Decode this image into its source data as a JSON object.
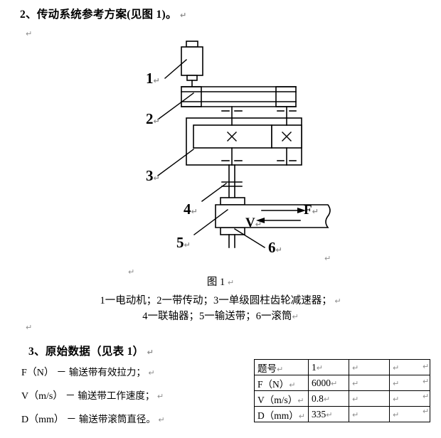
{
  "document": {
    "headings": {
      "transmission": "2、传动系统参考方案(见图 1)。",
      "raw_data": "3、原始数据（见表 1）"
    },
    "return_mark": "↵"
  },
  "figure": {
    "title": "图 1",
    "legend_line1": "1一电动机；2一带传动；3一单级圆柱齿轮减速器；",
    "legend_line2": "4一联轴器；5一输送带；6一滚筒",
    "callouts": [
      {
        "id": "1",
        "label": "1",
        "target": "motor"
      },
      {
        "id": "2",
        "label": "2",
        "target": "belt-drive"
      },
      {
        "id": "3",
        "label": "3",
        "target": "gear-reducer"
      },
      {
        "id": "4",
        "label": "4",
        "target": "coupling"
      },
      {
        "id": "5",
        "label": "5",
        "target": "conveyor-belt"
      },
      {
        "id": "6",
        "label": "6",
        "target": "drum"
      }
    ],
    "force_labels": {
      "velocity": "V",
      "force": "F"
    }
  },
  "definitions": [
    {
      "symbol": "F（N）",
      "dash": "－",
      "text": "输送带有效拉力；"
    },
    {
      "symbol": "V（m/s）",
      "dash": "－",
      "text": "输送带工作速度；"
    },
    {
      "symbol": "D（mm）",
      "dash": "－",
      "text": "输送带滚筒直径。"
    }
  ],
  "table": {
    "rows": [
      {
        "label": "题号",
        "values": [
          "1",
          "",
          "",
          ""
        ]
      },
      {
        "label": "F（N）",
        "values": [
          "6000",
          "",
          "",
          ""
        ]
      },
      {
        "label": "V（m/s）",
        "values": [
          "0.8",
          "",
          "",
          ""
        ]
      },
      {
        "label": "D（mm）",
        "values": [
          "335",
          "",
          "",
          ""
        ]
      }
    ]
  },
  "colors": {
    "ink": "#000000",
    "return_mark": "#8d8d8d",
    "page": "#ffffff"
  }
}
